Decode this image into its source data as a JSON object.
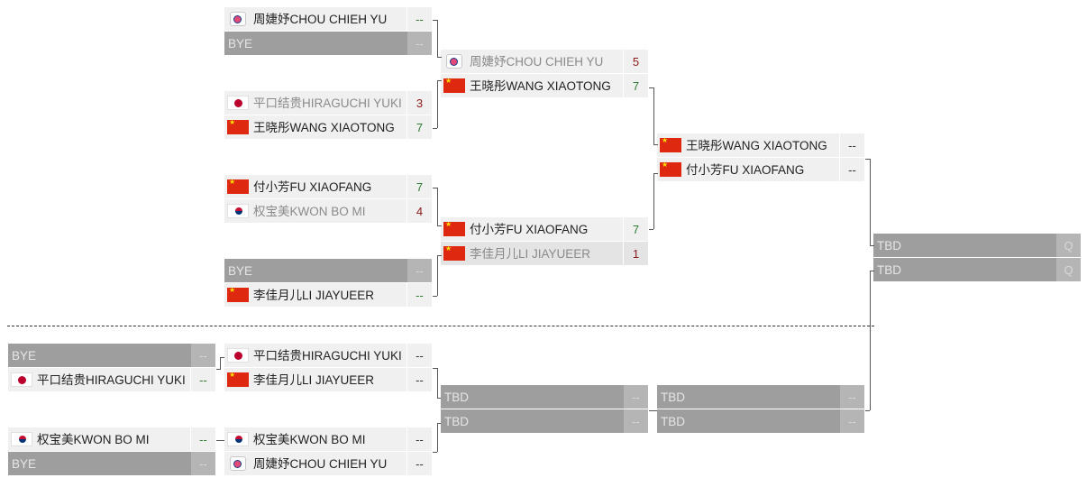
{
  "players": {
    "chou": "周婕妤CHOU CHIEH YU",
    "wang": "王晓彤WANG XIAOTONG",
    "hira": "平口结贵HIRAGUCHI YUKI",
    "fu": "付小芳FU XIAOFANG",
    "kwon": "权宝美KWON BO MI",
    "li": "李佳月儿LI JIAYUEER",
    "bye": "BYE",
    "tbd": "TBD"
  },
  "upper": {
    "r1m1": {
      "a_score": "--",
      "b_score": "--"
    },
    "r1m2": {
      "a_score": "3",
      "b_score": "7"
    },
    "r1m3": {
      "a_score": "7",
      "b_score": "4"
    },
    "r1m4": {
      "a_score": "--",
      "b_score": "--"
    },
    "r2m1": {
      "a_score": "5",
      "b_score": "7"
    },
    "r2m2": {
      "a_score": "7",
      "b_score": "1"
    },
    "final": {
      "a_score": "--",
      "b_score": "--"
    },
    "grand": {
      "a_score": "Q",
      "b_score": "Q"
    }
  },
  "lower": {
    "l0m1": {
      "a_score": "--",
      "b_score": "--"
    },
    "l0m2": {
      "a_score": "--",
      "b_score": "--"
    },
    "l1m1": {
      "a_score": "--",
      "b_score": "--"
    },
    "l1m2": {
      "a_score": "--",
      "b_score": "--"
    },
    "l2m1": {
      "a_score": "--",
      "b_score": "--"
    },
    "l3m1": {
      "a_score": "--",
      "b_score": "--"
    }
  },
  "colors": {
    "win": "#2e7d32",
    "lose": "#8b1a1a",
    "bye": "#9e9e9e",
    "slot": "#f0f0f0",
    "lines": "#555555"
  }
}
